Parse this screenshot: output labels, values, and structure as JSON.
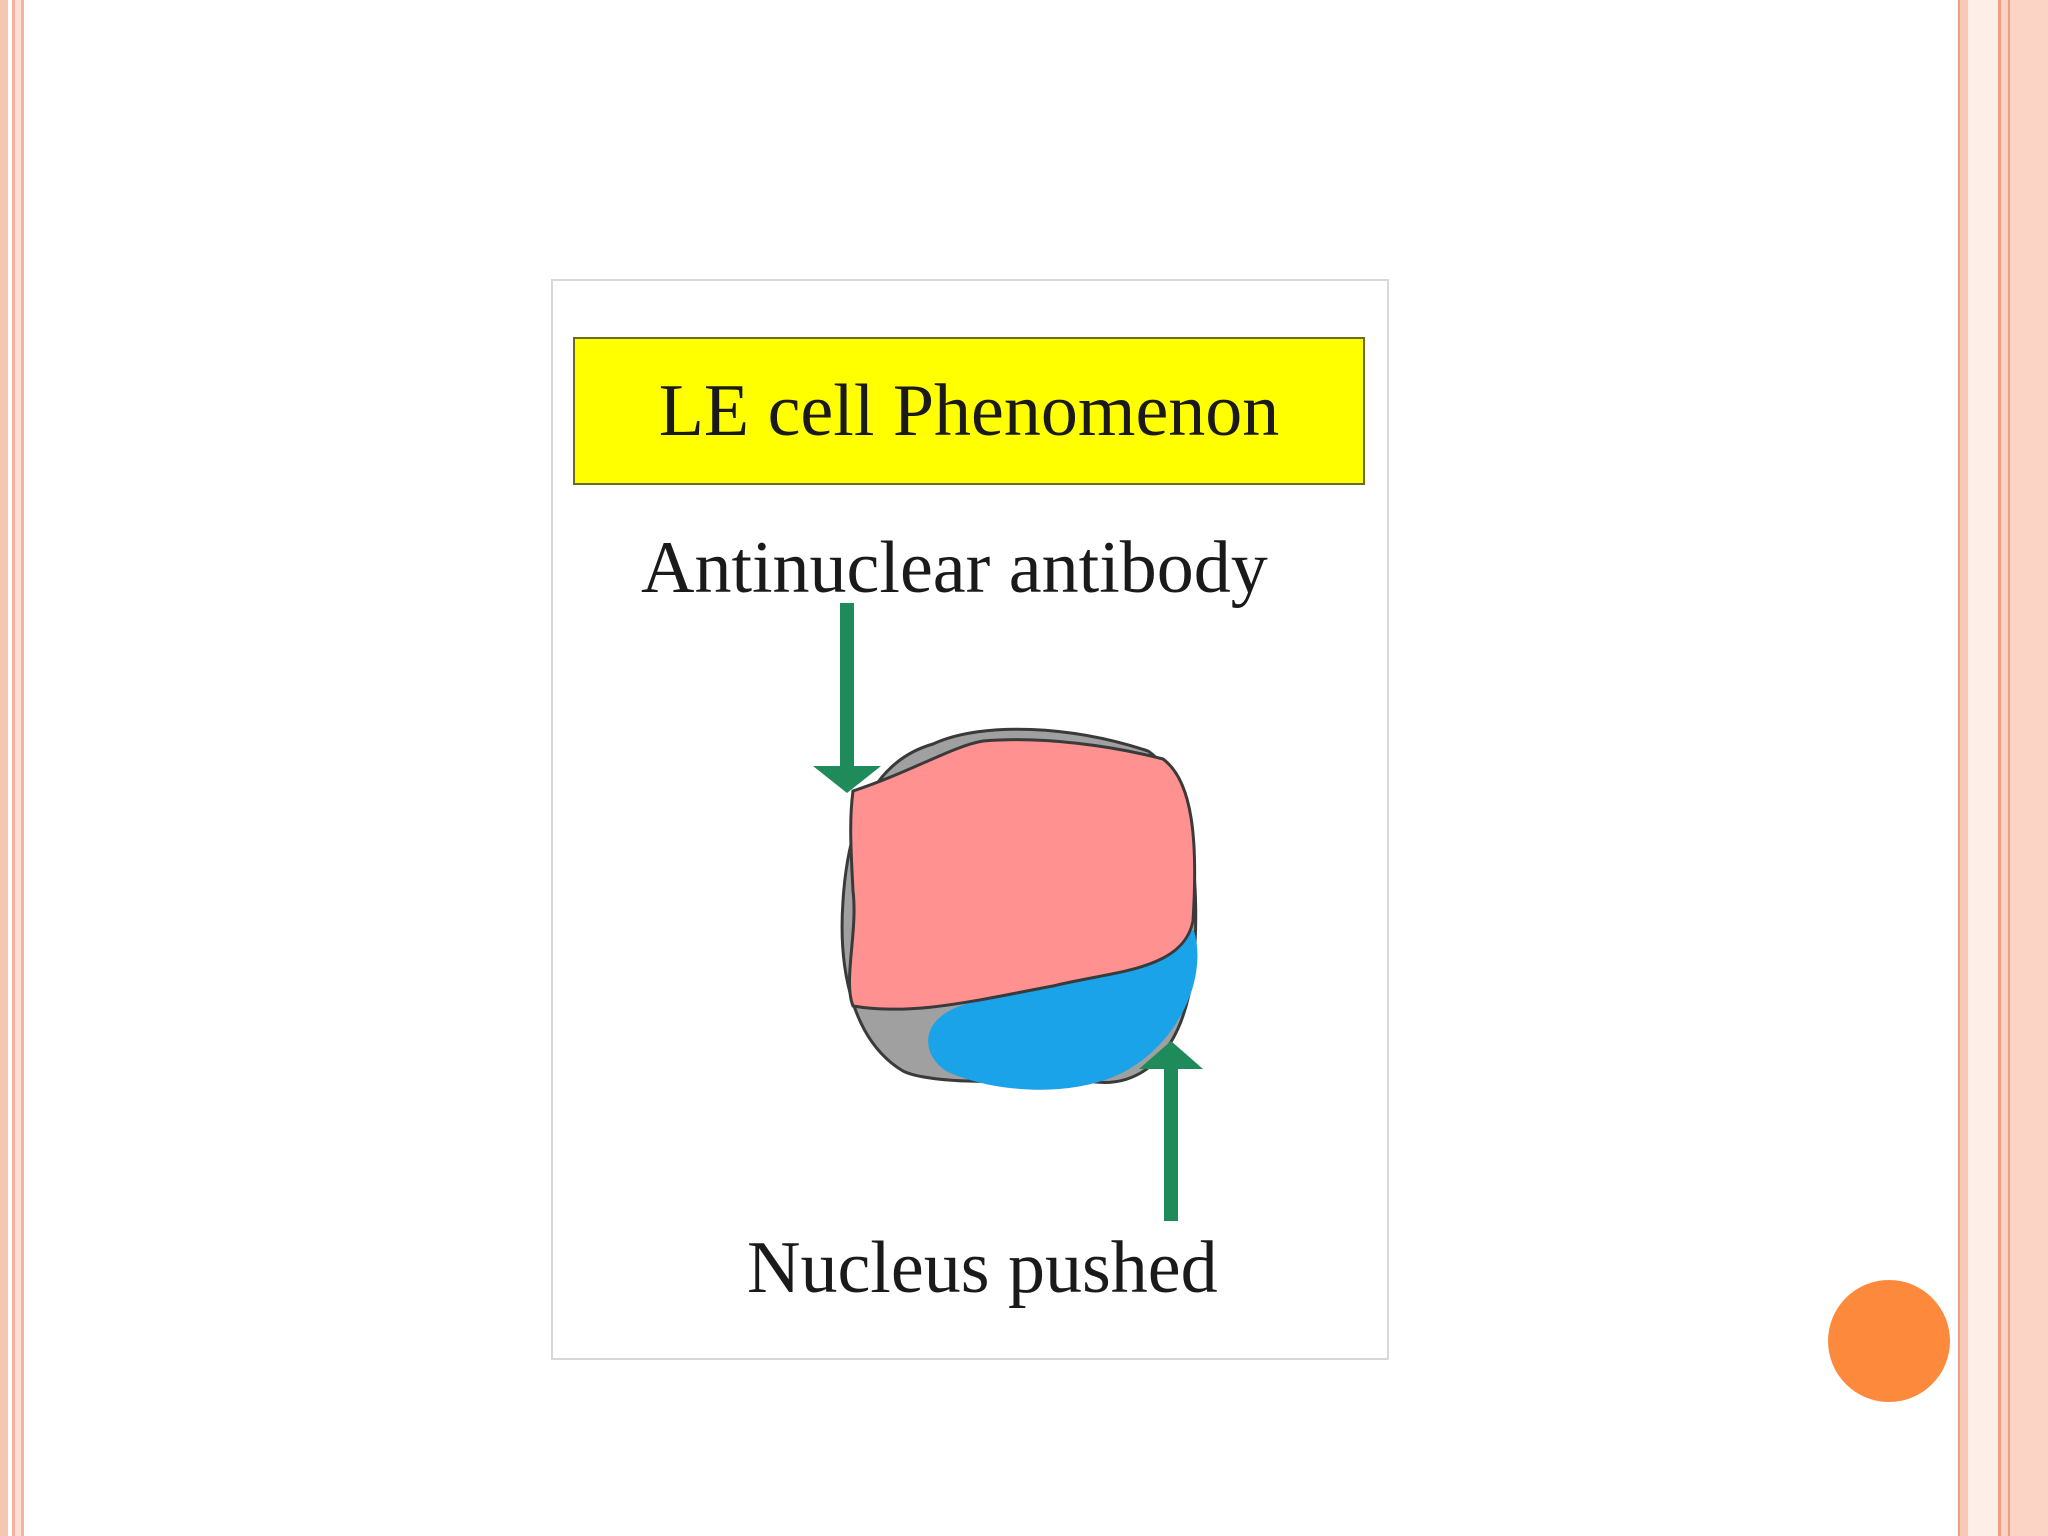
{
  "diagram": {
    "title": "LE cell Phenomenon",
    "label_top": "Antinuclear antibody",
    "label_bottom": "Nucleus pushed",
    "colors": {
      "title_background": "#ffff00",
      "cell_body": "#a0a0a0",
      "engulfed_material": "#ff9191",
      "nucleus": "#1aa3e8",
      "arrows": "#1f8a5a",
      "accent_dot": "#fd8a3c"
    }
  }
}
